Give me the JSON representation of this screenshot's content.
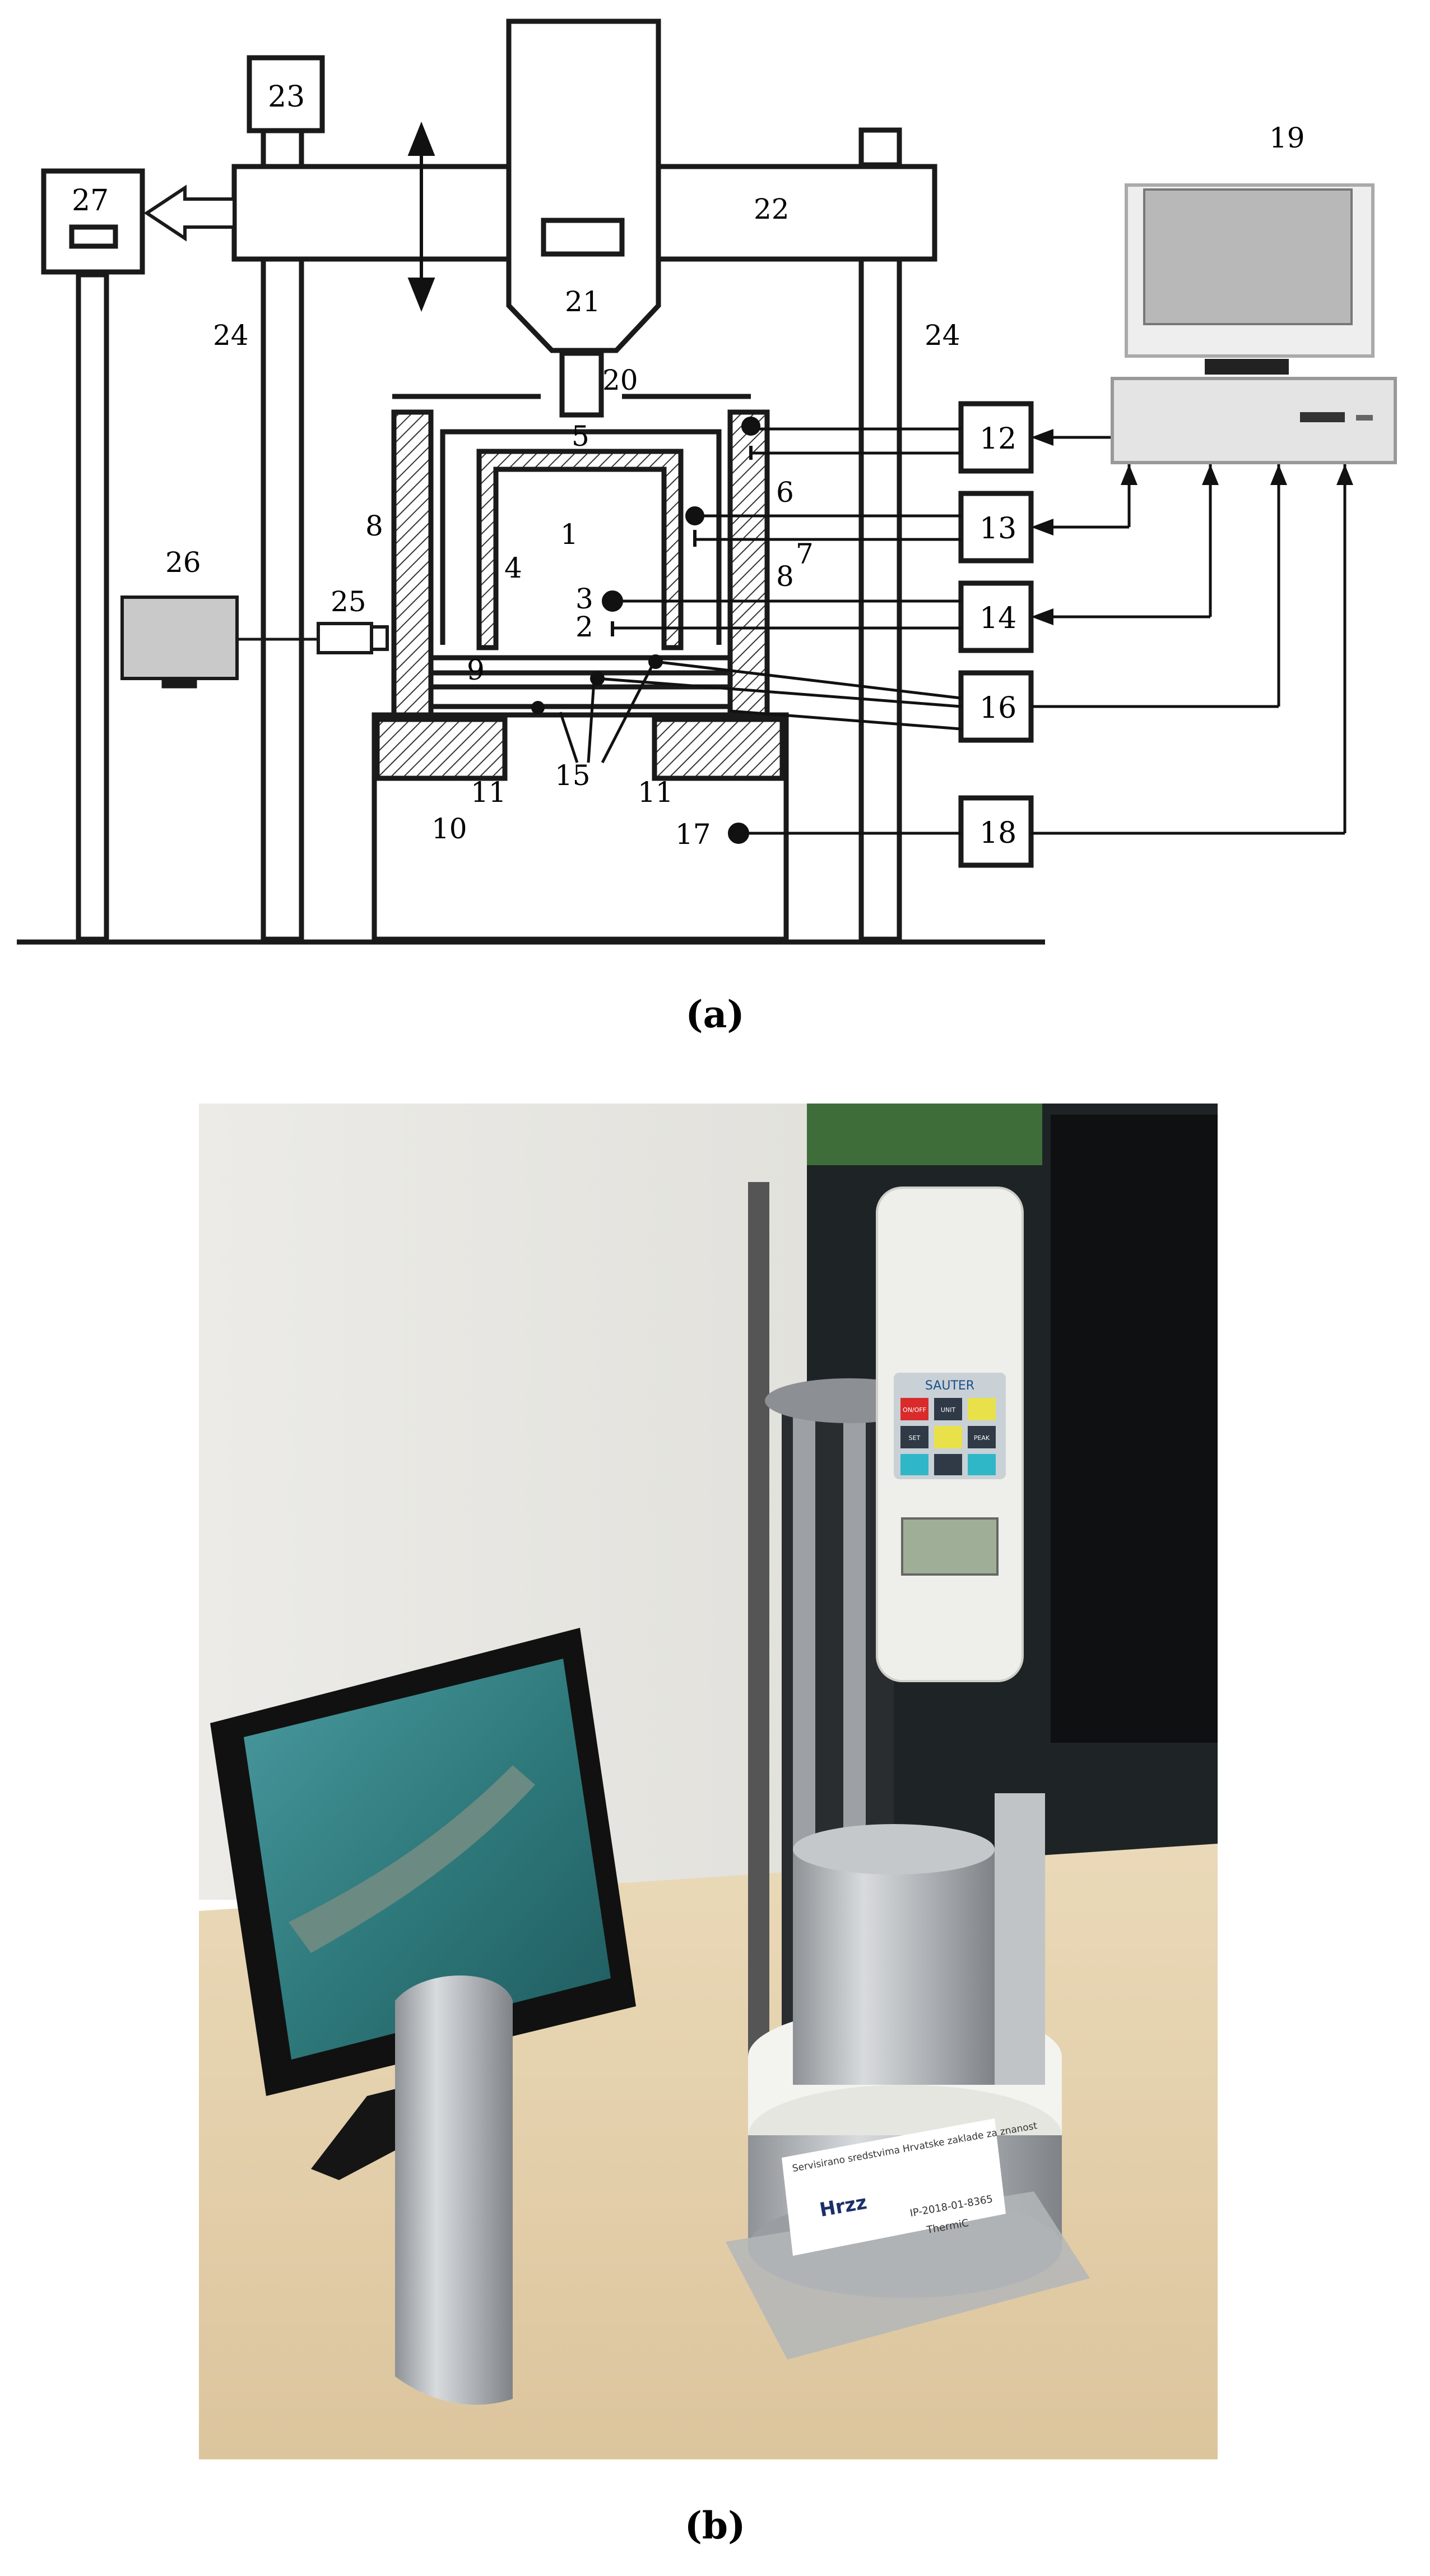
{
  "figure_a": {
    "caption": "(a)",
    "labels": {
      "n1": "1",
      "n2": "2",
      "n3": "3",
      "n4": "4",
      "n5": "5",
      "n6": "6",
      "n7": "7",
      "n8_left": "8",
      "n8_right": "8",
      "n9": "9",
      "n10": "10",
      "n11_left": "11",
      "n11_right": "11",
      "n15": "15",
      "n17": "17",
      "n19": "19",
      "n20": "20",
      "n21": "21",
      "n22": "22",
      "n24_left": "24",
      "n24_right": "24",
      "n26": "26",
      "n25": "25"
    },
    "boxes": {
      "b12": "12",
      "b13": "13",
      "b14": "14",
      "b16": "16",
      "b18": "18",
      "b23": "23",
      "b27": "27"
    }
  },
  "figure_b": {
    "caption": "(b)",
    "force_gauge_brand": "SAUTER",
    "gauge_buttons": [
      "ON/OFF",
      "UNIT",
      "SET",
      "PEAK"
    ],
    "label_sticker": {
      "line1": "Servisirano sredstvima Hrvatske zaklade za znanost",
      "logo": "Hrzz",
      "project": "IP-2018-01-8365",
      "name": "ThermiC"
    }
  },
  "colors": {
    "line": "#1a1a1a",
    "hatch": "#333333",
    "photo_wall": "#e9e7e2",
    "photo_table": "#e6d3b2",
    "aluminium": "#b9bcbf",
    "gauge_body": "#eeeeea",
    "monitor_screen": "#2f7a7c"
  }
}
